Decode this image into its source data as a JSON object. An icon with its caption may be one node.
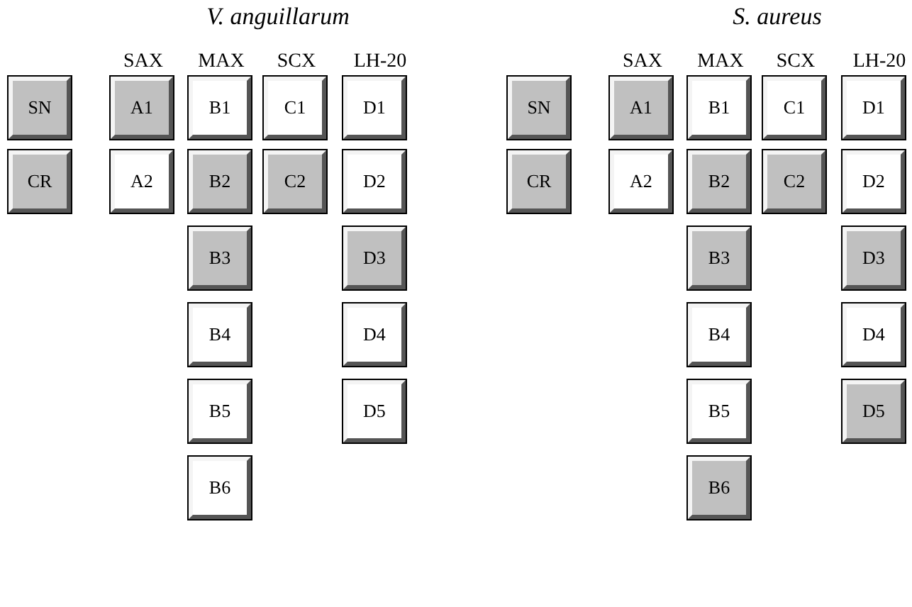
{
  "diagram": {
    "nodes": [
      {
        "text": [
          "SN"
        ]
      },
      {
        "text": [
          "A1"
        ]
      },
      {
        "text": [
          "B1"
        ]
      },
      {
        "text": [
          "C1"
        ]
      },
      {
        "text": [
          "D1"
        ]
      },
      {
        "text": [
          "CR"
        ]
      },
      {
        "text": [
          "A2"
        ]
      },
      {
        "text": [
          "B2"
        ]
      },
      {
        "text": [
          "C2"
        ]
      },
      {
        "text": [
          "D2"
        ]
      },
      {
        "text": [
          "B3"
        ]
      },
      {
        "text": [
          "D3"
        ]
      },
      {
        "text": [
          "B4"
        ]
      },
      {
        "text": [
          "D4"
        ]
      },
      {
        "text": [
          "B5"
        ]
      },
      {
        "text": [
          "D5"
        ]
      },
      {
        "text": [
          "B6"
        ]
      },
      {
        "text": [
          "SN"
        ]
      },
      {
        "text": [
          "A1"
        ]
      },
      {
        "text": [
          "B1"
        ]
      },
      {
        "text": [
          "C1"
        ]
      },
      {
        "text": [
          "D1"
        ]
      },
      {
        "text": [
          "CR"
        ]
      },
      {
        "text": [
          "A2"
        ]
      },
      {
        "text": [
          "B2"
        ]
      },
      {
        "text": [
          "C2"
        ]
      },
      {
        "text": [
          "D2"
        ]
      },
      {
        "text": [
          "B3"
        ]
      },
      {
        "text": [
          "D3"
        ]
      },
      {
        "text": [
          "B4"
        ]
      },
      {
        "text": [
          "D4"
        ]
      },
      {
        "text": [
          "B5"
        ]
      },
      {
        "text": [
          "D5"
        ]
      },
      {
        "text": [
          "B6"
        ]
      }
    ],
    "labels": [
      "V. anguillarum",
      "SAX",
      "MAX",
      "SCX",
      "LH-20",
      "S. aureus",
      "SAX",
      "MAX",
      "SCX",
      "LH-20"
    ]
  }
}
